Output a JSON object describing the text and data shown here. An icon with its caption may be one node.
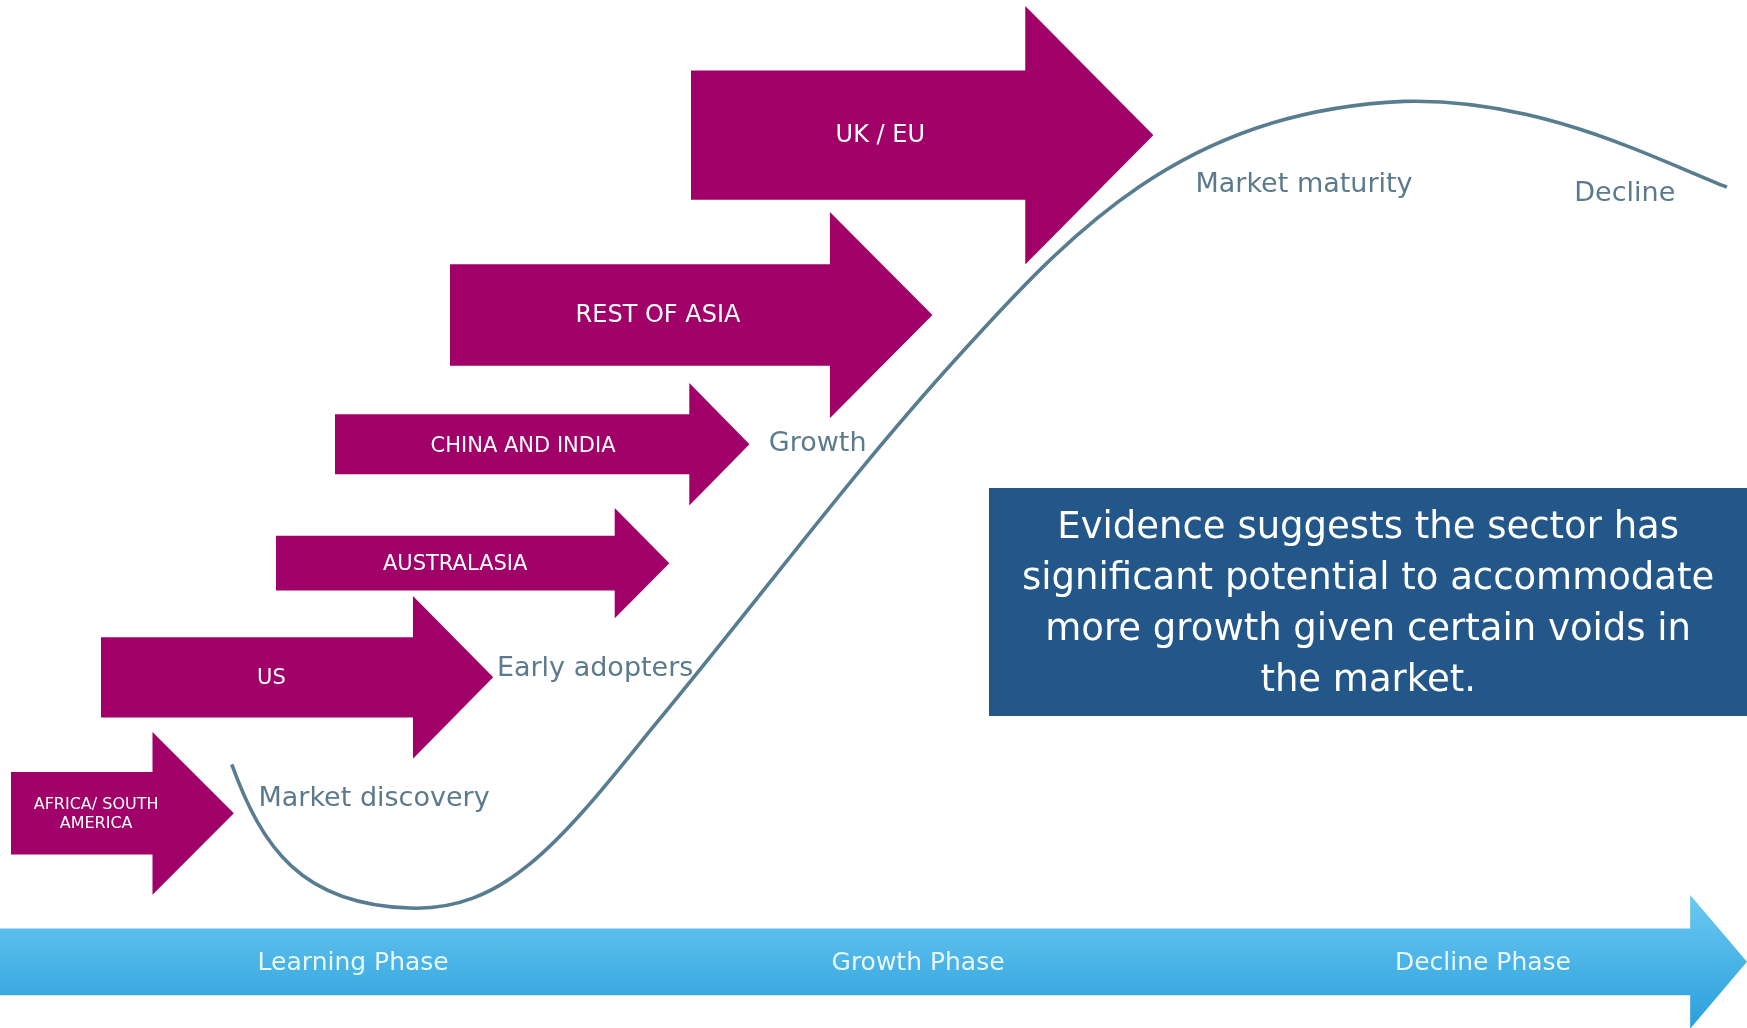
{
  "diagram": {
    "nodes": [
      {
        "text": [
          "UK / EU"
        ]
      },
      {
        "text": [
          "REST OF ASIA"
        ]
      },
      {
        "text": [
          "CHINA AND INDIA"
        ]
      },
      {
        "text": [
          "AUSTRALASIA"
        ]
      },
      {
        "text": [
          "Evidence suggests the sector has significant potential to accommodate more growth given certain voids in the market."
        ]
      },
      {
        "text": [
          "US"
        ]
      },
      {
        "text": [
          "AFRICA/ SOUTH AMERICA"
        ]
      },
      {
        "text": [
          "Learning Phase",
          "Growth Phase",
          "Decline Phase"
        ]
      }
    ],
    "labels": [
      "Market maturity",
      "Decline",
      "Growth",
      "Early adopters",
      "Market discovery"
    ]
  }
}
